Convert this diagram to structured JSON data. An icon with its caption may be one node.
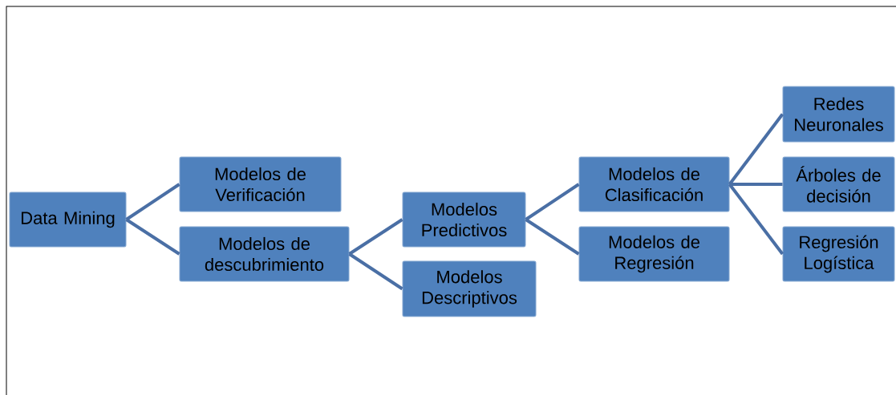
{
  "diagram": {
    "nodes": [
      {
        "text": [
          "Data Mining"
        ]
      },
      {
        "text": [
          "Modelos de Verificación"
        ]
      },
      {
        "text": [
          "Modelos de descubrimiento"
        ]
      },
      {
        "text": [
          "Modelos Predictivos"
        ]
      },
      {
        "text": [
          "Modelos Descriptivos"
        ]
      },
      {
        "text": [
          "Modelos de Clasificación"
        ]
      },
      {
        "text": [
          "Modelos de Regresión"
        ]
      },
      {
        "text": [
          "Redes Neuronales"
        ]
      },
      {
        "text": [
          "Árboles de decisión"
        ]
      },
      {
        "text": [
          "Regresión Logística"
        ]
      }
    ],
    "edges": [
      {
        "from": 0,
        "to": 1,
        "arrow": "none"
      },
      {
        "from": 0,
        "to": 2,
        "arrow": "none"
      },
      {
        "from": 2,
        "to": 3,
        "arrow": "none"
      },
      {
        "from": 2,
        "to": 4,
        "arrow": "none"
      },
      {
        "from": 3,
        "to": 5,
        "arrow": "none"
      },
      {
        "from": 3,
        "to": 6,
        "arrow": "none"
      },
      {
        "from": 5,
        "to": 7,
        "arrow": "none"
      },
      {
        "from": 5,
        "to": 8,
        "arrow": "none"
      },
      {
        "from": 5,
        "to": 9,
        "arrow": "none"
      }
    ]
  }
}
